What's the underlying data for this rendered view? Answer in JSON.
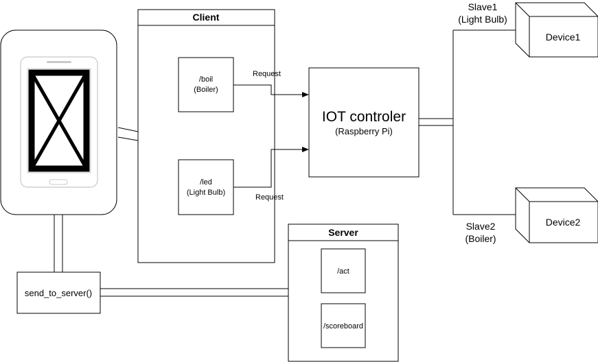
{
  "client": {
    "title": "Client",
    "boil": {
      "path": "/boil",
      "name": "(Boiler)"
    },
    "led": {
      "path": "/led",
      "name": "(Light Bulb)"
    }
  },
  "requests": {
    "top": "Request",
    "bottom": "Request"
  },
  "iot": {
    "title": "IOT controler",
    "subtitle": "(Raspberry Pi)"
  },
  "slave1": {
    "label": "Slave1",
    "type": "(Light Bulb)",
    "device": "Device1"
  },
  "slave2": {
    "label": "Slave2",
    "type": "(Boiler)",
    "device": "Device2"
  },
  "server": {
    "title": "Server",
    "act": "/act",
    "scoreboard": "/scoreboard"
  },
  "send_fn": "send_to_server()"
}
